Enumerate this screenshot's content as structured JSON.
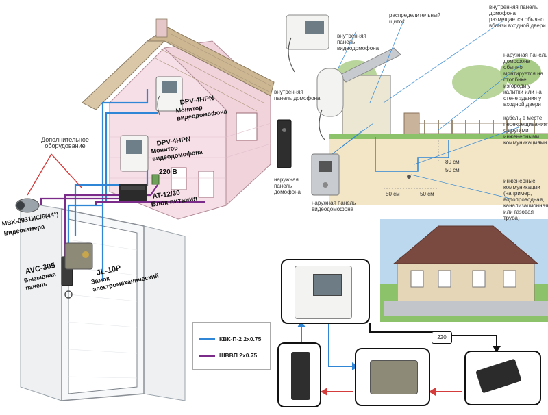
{
  "colors": {
    "blue_cable": "#2f86d6",
    "purple_cable": "#7b2b8a",
    "red_arrow": "#d43b3b",
    "grass": "#8cc26a",
    "sky": "#bcd8ef",
    "soil": "#f3e6c7"
  },
  "left_scene": {
    "labels": {
      "extra_equipment": "Дополнительное оборудование",
      "monitor_top_model": "DPV-4HPN",
      "monitor_top_desc": "Монитор видеодомофона",
      "monitor_mid_model": "DPV-4HPN",
      "monitor_mid_desc": "Монитор видеодомофона",
      "voltage": "220 В",
      "psu_model": "AT-12/30",
      "psu_desc": "Блок питания",
      "camera_model": "MBK-0931ИС/6(44°)",
      "camera_desc": "Видеокамера",
      "panel_model": "AVC-305",
      "panel_desc": "Вызывная панель",
      "lock_model": "JL-10P",
      "lock_desc": "Замок электромеханический"
    },
    "legend": [
      {
        "label": "КВК-П-2 2х0.75",
        "color": "#2f86d6"
      },
      {
        "label": "ШВВП 2х0.75",
        "color": "#7b2b8a"
      }
    ]
  },
  "top_right_scene": {
    "labels": {
      "inner_panel_video": "внутренняя панель видеодомофона",
      "distribution_box": "распределительный щиток",
      "inner_panel_location": "внутренняя панель домофона размещается обычно вблизи входной двери",
      "outer_panel_location": "наружная панель домофона обычно монтируется на столбике изгороди у калитки или на стене здания у входной двери",
      "inner_panel_intercom": "внутренняя панель домофона",
      "cable_crossing": "кабель в месте перекрещивания с другими инженерными коммуникациями",
      "dim_80": "80 см",
      "dim_50a": "50 см",
      "dim_50b": "50 см",
      "dim_50c": "50 см",
      "outer_panel_intercom": "наружная панель домофона",
      "utilities": "инженерные коммуникации (например, водопроводная, канализационная или газовая труба)",
      "outer_panel_video": "наружная панель видеодомофона"
    }
  },
  "bottom_right_scene": {
    "labels": {
      "voltage": "220"
    }
  }
}
